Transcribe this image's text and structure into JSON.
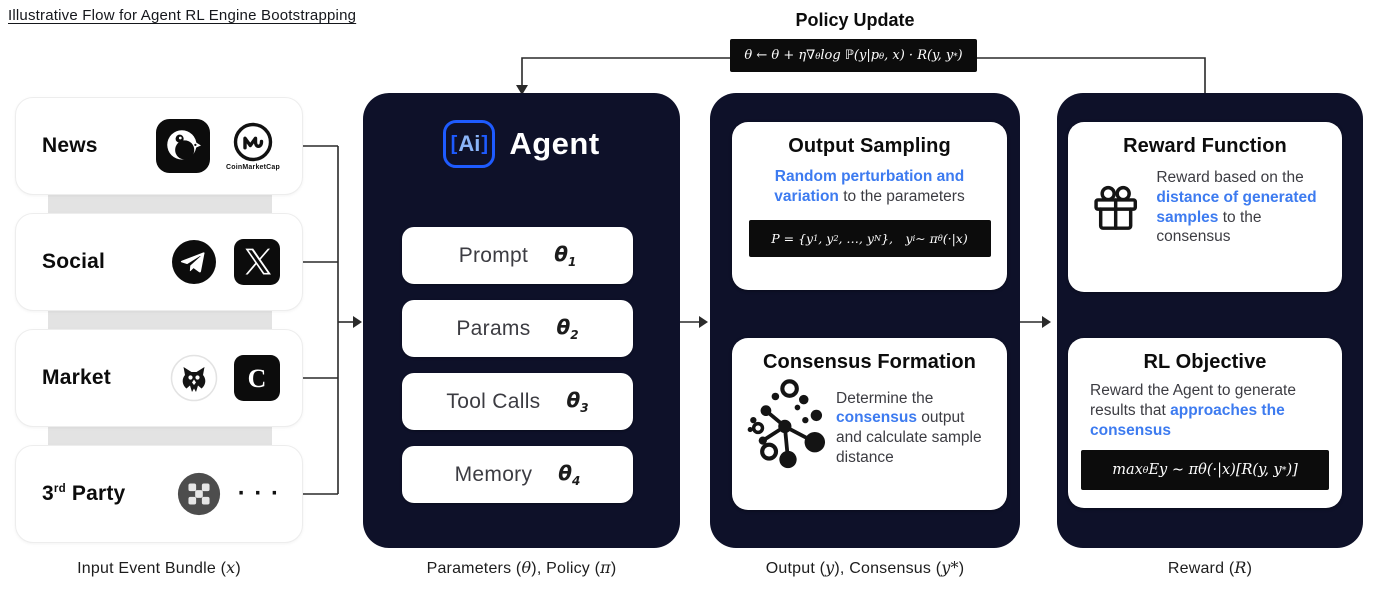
{
  "title": "Illustrative Flow for Agent RL Engine Bootstrapping",
  "colors": {
    "navy_container": "#0e1129",
    "accent_blue": "#3d7bf0",
    "logo_border_blue": "#1e5bff",
    "logo_text_blue": "#8ab4f8",
    "formula_background": "#0c0c0c",
    "gray_tab": "#e3e3e3"
  },
  "policy_update": {
    "title": "Policy Update",
    "formula_parts": [
      {
        "t": "θ ← θ + η∇"
      },
      {
        "t": "θ",
        "sub": true
      },
      {
        "t": " log ℙ(y|p"
      },
      {
        "t": "θ",
        "sub": true
      },
      {
        "t": ", x) · R(y, y"
      },
      {
        "t": "*",
        "sup": true
      },
      {
        "t": ")"
      }
    ]
  },
  "inputs": {
    "caption_parts": [
      {
        "t": "Input Event Bundle ("
      },
      {
        "t": "x",
        "i": true
      },
      {
        "t": ")"
      }
    ],
    "rows": [
      {
        "label_parts": [
          {
            "t": "News"
          }
        ],
        "icons": [
          "cryptopanic-penguin-icon",
          "coinmarketcap-icon"
        ],
        "cmc_label": "CoinMarketCap"
      },
      {
        "label_parts": [
          {
            "t": "Social"
          }
        ],
        "icons": [
          "telegram-icon",
          "x-twitter-icon"
        ]
      },
      {
        "label_parts": [
          {
            "t": "Market"
          }
        ],
        "icons": [
          "owl-market-icon",
          "c-exchange-icon"
        ],
        "c_letter": "C"
      },
      {
        "label_parts": [
          {
            "t": "3"
          },
          {
            "t": "rd",
            "sup": true
          },
          {
            "t": " Party"
          }
        ],
        "icons": [
          "dapp-grid-icon",
          "ellipsis"
        ],
        "more": "· · ·"
      }
    ]
  },
  "agent": {
    "logo_bracket_left": "[",
    "logo_text": "Ai",
    "logo_bracket_right": "]",
    "title": "Agent",
    "caption_parts": [
      {
        "t": "Parameters ("
      },
      {
        "t": "θ",
        "i": true
      },
      {
        "t": "), Policy ("
      },
      {
        "t": "π",
        "i": true
      },
      {
        "t": ")"
      }
    ],
    "params": [
      {
        "label": "Prompt",
        "sym_parts": [
          {
            "t": "θ"
          },
          {
            "t": "1",
            "sub": true
          }
        ]
      },
      {
        "label": "Params",
        "sym_parts": [
          {
            "t": "θ"
          },
          {
            "t": "2",
            "sub": true
          }
        ]
      },
      {
        "label": "Tool Calls",
        "sym_parts": [
          {
            "t": "θ"
          },
          {
            "t": "3",
            "sub": true
          }
        ]
      },
      {
        "label": "Memory",
        "sym_parts": [
          {
            "t": "θ"
          },
          {
            "t": "4",
            "sub": true
          }
        ]
      }
    ]
  },
  "sampling": {
    "caption_parts": [
      {
        "t": "Output ("
      },
      {
        "t": "y",
        "i": true
      },
      {
        "t": "), Consensus ("
      },
      {
        "t": "y*",
        "i": true
      },
      {
        "t": ")"
      }
    ],
    "output_sampling": {
      "title": "Output Sampling",
      "desc_parts": [
        {
          "t": "Random perturbation and variation",
          "hl": true
        },
        {
          "t": " to the parameters"
        }
      ],
      "formula_parts": [
        {
          "t": "P = {y"
        },
        {
          "t": "1",
          "sub": true
        },
        {
          "t": ", y"
        },
        {
          "t": "2",
          "sub": true
        },
        {
          "t": ", …, y"
        },
        {
          "t": "N",
          "sub": true
        },
        {
          "t": "}, y"
        },
        {
          "t": "i",
          "sub": true
        },
        {
          "t": " ∼ π"
        },
        {
          "t": "θ",
          "sub": true
        },
        {
          "t": "(·|x)"
        }
      ]
    },
    "consensus": {
      "title": "Consensus Formation",
      "desc_parts": [
        {
          "t": "Determine the "
        },
        {
          "t": "consensus",
          "hl": true
        },
        {
          "t": " output and calculate sample distance"
        }
      ]
    }
  },
  "reward": {
    "caption_parts": [
      {
        "t": "Reward ("
      },
      {
        "t": "R",
        "i": true
      },
      {
        "t": ")"
      }
    ],
    "reward_function": {
      "title": "Reward Function",
      "desc_parts": [
        {
          "t": "Reward based on the "
        },
        {
          "t": "distance of generated samples",
          "hl": true
        },
        {
          "t": " to the consensus"
        }
      ]
    },
    "rl_objective": {
      "title": "RL Objective",
      "desc_parts": [
        {
          "t": "Reward the Agent to generate results that "
        },
        {
          "t": "approaches the consensus",
          "hl": true
        }
      ],
      "formula_parts": [
        {
          "t": "max"
        },
        {
          "t": "θ",
          "sub": true
        },
        {
          "t": " Ey ∼ πθ(·|x)[R(y, y"
        },
        {
          "t": "*",
          "sup": true
        },
        {
          "t": ")]"
        }
      ]
    }
  }
}
